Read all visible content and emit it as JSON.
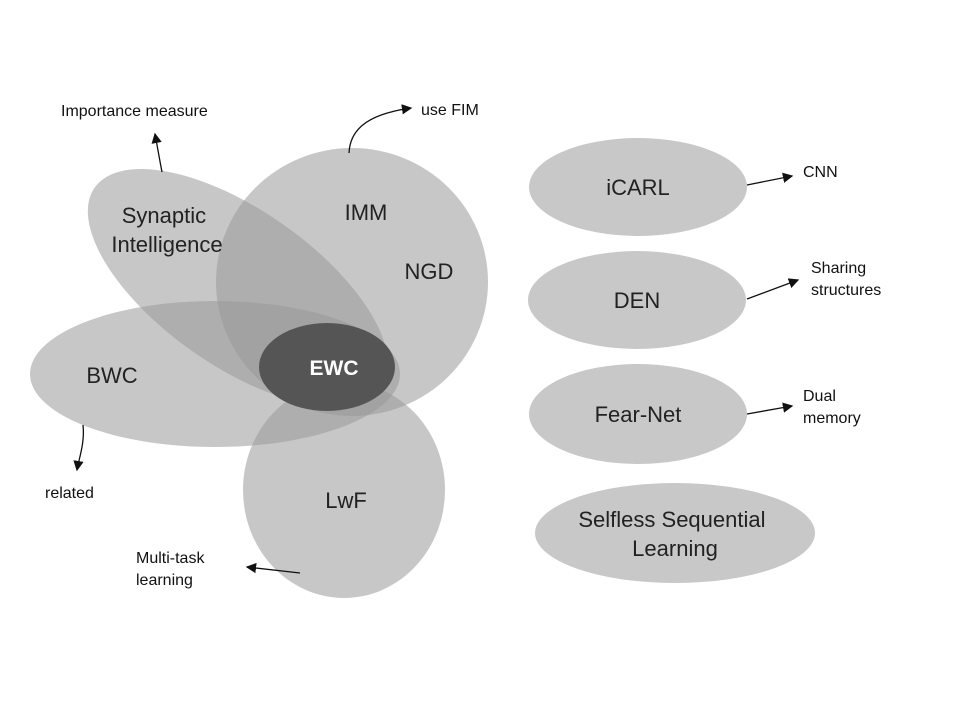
{
  "diagram": {
    "left_cluster": {
      "synaptic_intelligence": [
        "Synaptic",
        "Intelligence"
      ],
      "imm": "IMM",
      "ngd": "NGD",
      "bwc": "BWC",
      "ewc": "EWC",
      "lwf": "LwF"
    },
    "right_column": {
      "icarl": "iCARL",
      "den": "DEN",
      "fear_net": "Fear-Net",
      "selfless": [
        "Selfless Sequential",
        "Learning"
      ]
    },
    "annotations": {
      "importance": "Importance measure",
      "use_fim": "use FIM",
      "related": "related",
      "multitask": [
        "Multi-task",
        "learning"
      ],
      "cnn": "CNN",
      "sharing": [
        "Sharing",
        "structures"
      ],
      "dual": [
        "Dual",
        "memory"
      ]
    }
  }
}
